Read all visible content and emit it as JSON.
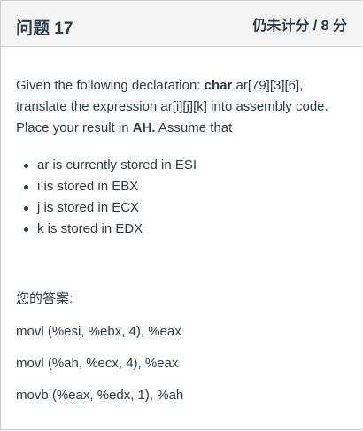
{
  "header": {
    "title": "问题 17",
    "points": "仍未计分 / 8 分"
  },
  "question": {
    "p1_a": "Given the following declaration: ",
    "p1_bold_char": "char",
    "p1_b": " ar[79][3][6], translate the expression ar[i][j][k] into assembly code. Place your result in ",
    "p1_bold_ah": "AH.",
    "p1_c": " Assume that",
    "bullets": [
      "ar is currently stored in ESI",
      "i is stored in EBX",
      "j is stored in ECX",
      "k is stored in EDX"
    ]
  },
  "answer": {
    "label": "您的答案:",
    "lines": [
      "movl (%esi, %ebx, 4), %eax",
      "movl (%ah, %ecx, 4), %eax",
      "movb (%eax, %edx, 1), %ah"
    ]
  }
}
